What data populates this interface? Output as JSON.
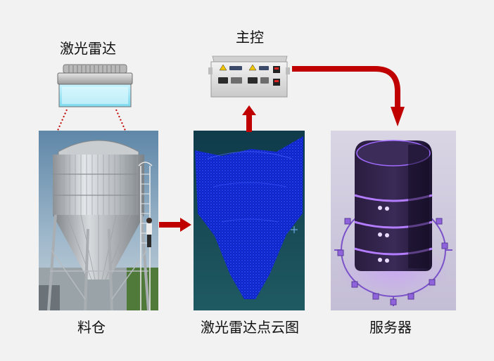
{
  "diagram": {
    "nodes": {
      "lidar": {
        "label": "激光雷达"
      },
      "controller": {
        "label": "主控"
      },
      "silo": {
        "label": "料仓"
      },
      "point_cloud": {
        "label": "激光雷达点云图"
      },
      "server": {
        "label": "服务器"
      }
    },
    "edges": [
      {
        "from": "lidar",
        "to": "silo",
        "style": "dotted"
      },
      {
        "from": "silo",
        "to": "point_cloud",
        "style": "solid"
      },
      {
        "from": "point_cloud",
        "to": "controller",
        "style": "solid"
      },
      {
        "from": "controller",
        "to": "server",
        "style": "solid"
      }
    ],
    "colors": {
      "arrow": "#c00000",
      "point_cloud_points": "#1530ff",
      "server_glow": "#a45cff",
      "background": "#f2f2f2"
    }
  }
}
